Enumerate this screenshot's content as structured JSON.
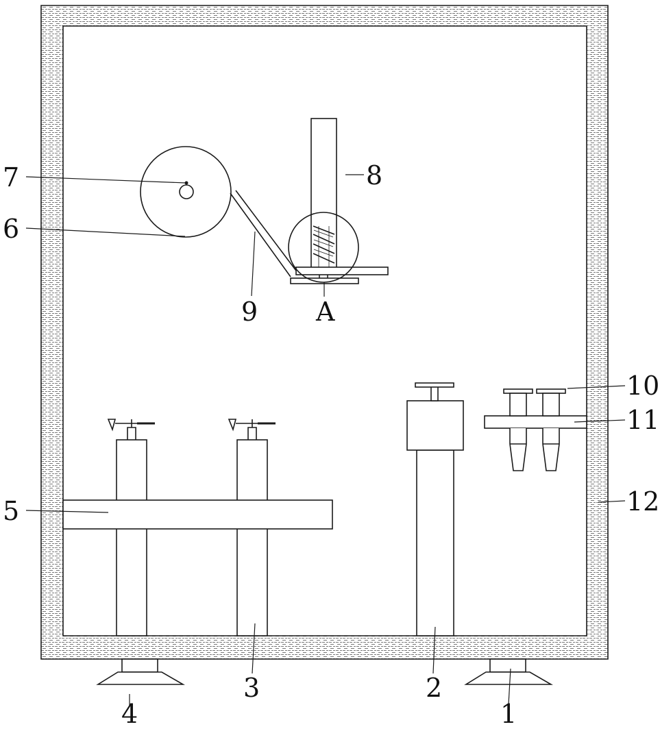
{
  "figure": {
    "colors": {
      "line": "#1a1a1a",
      "wall_hatch": "#777777",
      "background": "#ffffff"
    },
    "labels": {
      "label_1": "1",
      "label_2": "2",
      "label_3": "3",
      "label_4": "4",
      "label_5": "5",
      "label_6": "6",
      "label_7": "7",
      "label_8": "8",
      "label_9": "9",
      "label_10": "10",
      "label_11": "11",
      "label_12": "12",
      "label_A": "A"
    }
  }
}
